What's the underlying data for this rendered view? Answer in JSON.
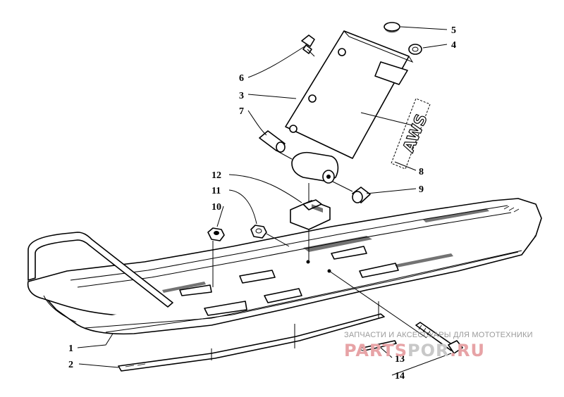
{
  "diagram": {
    "parts": [
      {
        "number": "1",
        "name": "ski"
      },
      {
        "number": "2",
        "name": "wear-bar"
      },
      {
        "number": "3",
        "name": "spindle-bracket"
      },
      {
        "number": "4",
        "name": "plug"
      },
      {
        "number": "5",
        "name": "cap"
      },
      {
        "number": "6",
        "name": "grease-fitting"
      },
      {
        "number": "7",
        "name": "bushing"
      },
      {
        "number": "8",
        "name": "decal"
      },
      {
        "number": "9",
        "name": "bushing"
      },
      {
        "number": "10",
        "name": "nut"
      },
      {
        "number": "11",
        "name": "nut"
      },
      {
        "number": "12",
        "name": "cushion"
      },
      {
        "number": "13",
        "name": "cotter-pin"
      },
      {
        "number": "14",
        "name": "bolt"
      }
    ],
    "decal_text": "AWS"
  },
  "watermark": {
    "subtitle": "ЗАПЧАСТИ И АКСЕССУАРЫ ДЛЯ МОТОТЕХНИКИ",
    "brand_part1": "PARTS",
    "brand_part2": "POR",
    "brand_part3": ".RU"
  }
}
